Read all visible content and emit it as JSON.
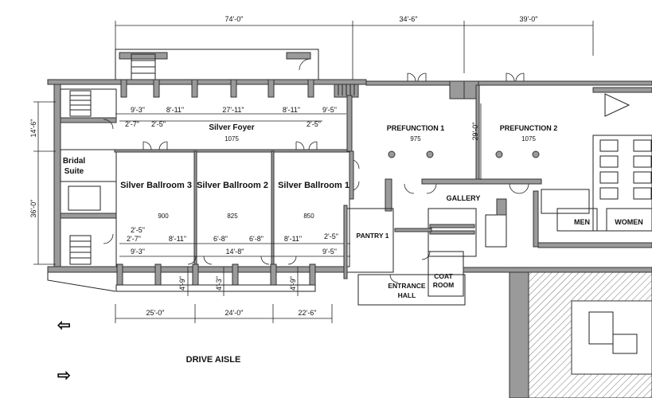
{
  "rooms": {
    "silver_foyer": {
      "name": "Silver Foyer",
      "area": "1075"
    },
    "ballroom_3": {
      "name": "Silver Ballroom 3",
      "area": "900"
    },
    "ballroom_2": {
      "name": "Silver Ballroom 2",
      "area": "825"
    },
    "ballroom_1": {
      "name": "Silver Ballroom 1",
      "area": "850"
    },
    "prefunction_1": {
      "name": "PREFUNCTION 1",
      "area": "975"
    },
    "prefunction_2": {
      "name": "PREFUNCTION 2",
      "area": "1075"
    },
    "bridal_line1": "Bridal",
    "bridal_line2": "Suite",
    "gallery": "GALLERY",
    "pantry": "PANTRY 1",
    "entrance_line1": "ENTRANCE",
    "entrance_line2": "HALL",
    "coat_line1": "COAT",
    "coat_line2": "ROOM",
    "men": "MEN",
    "women": "WOMEN",
    "drive_aisle": "DRIVE AISLE"
  },
  "dimensions": {
    "top_74": "74'-0\"",
    "top_34": "34'-6\"",
    "top_39": "39'-0\"",
    "foyer_9_3": "9'-3\"",
    "foyer_8_11_a": "8'-11\"",
    "foyer_27_11": "27'-11\"",
    "foyer_8_11_b": "8'-11\"",
    "foyer_9_5": "9'-5\"",
    "foyer_2_7": "2'-7\"",
    "foyer_2_5_a": "2'-5\"",
    "foyer_2_5_b": "2'-5\"",
    "left_14_6": "14'-6\"",
    "left_36_0": "36'-0\"",
    "pref_29_0": "29'-0\"",
    "ball_2_5": "2'-5\"",
    "ball_2_7": "2'-7\"",
    "ball_9_3": "9'-3\"",
    "ball_8_11_a": "8'-11\"",
    "ball_6_8_a": "6'-8\"",
    "ball_6_8_b": "6'-8\"",
    "ball_14_8": "14'-8\"",
    "ball_8_11_b": "8'-11\"",
    "ball_2_5_b": "2'-5\"",
    "ball_9_5": "9'-5\"",
    "bot_25_0": "25'-0\"",
    "bot_24_0": "24'-0\"",
    "bot_22_6": "22'-6\"",
    "v_4_9_a": "4'-9\"",
    "v_4_3": "4'-3\"",
    "v_4_9_b": "4'-9\""
  },
  "arrows": {
    "left": "⇦",
    "right": "⇨"
  },
  "colors": {
    "wall": "#9a9a9a",
    "line": "#222222",
    "background": "#ffffff"
  }
}
